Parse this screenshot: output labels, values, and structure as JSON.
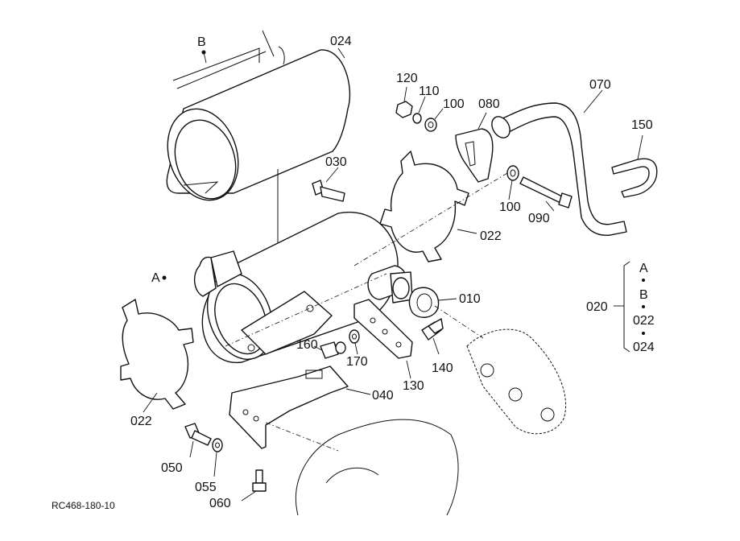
{
  "diagram": {
    "figure_code": "RC468-180-10",
    "callouts": {
      "c010": "010",
      "c020": "020",
      "c022a": "022",
      "c022b": "022",
      "c024": "024",
      "c030": "030",
      "c040": "040",
      "c050": "050",
      "c055": "055",
      "c060": "060",
      "c070": "070",
      "c080": "080",
      "c090": "090",
      "c100a": "100",
      "c100b": "100",
      "c110": "110",
      "c120": "120",
      "c130": "130",
      "c140": "140",
      "c150": "150",
      "c160": "160",
      "c170": "170",
      "refA": "A",
      "refB": "B"
    },
    "assembly_020": {
      "label": "020",
      "items": [
        "A",
        "B",
        "022",
        "024"
      ]
    }
  }
}
